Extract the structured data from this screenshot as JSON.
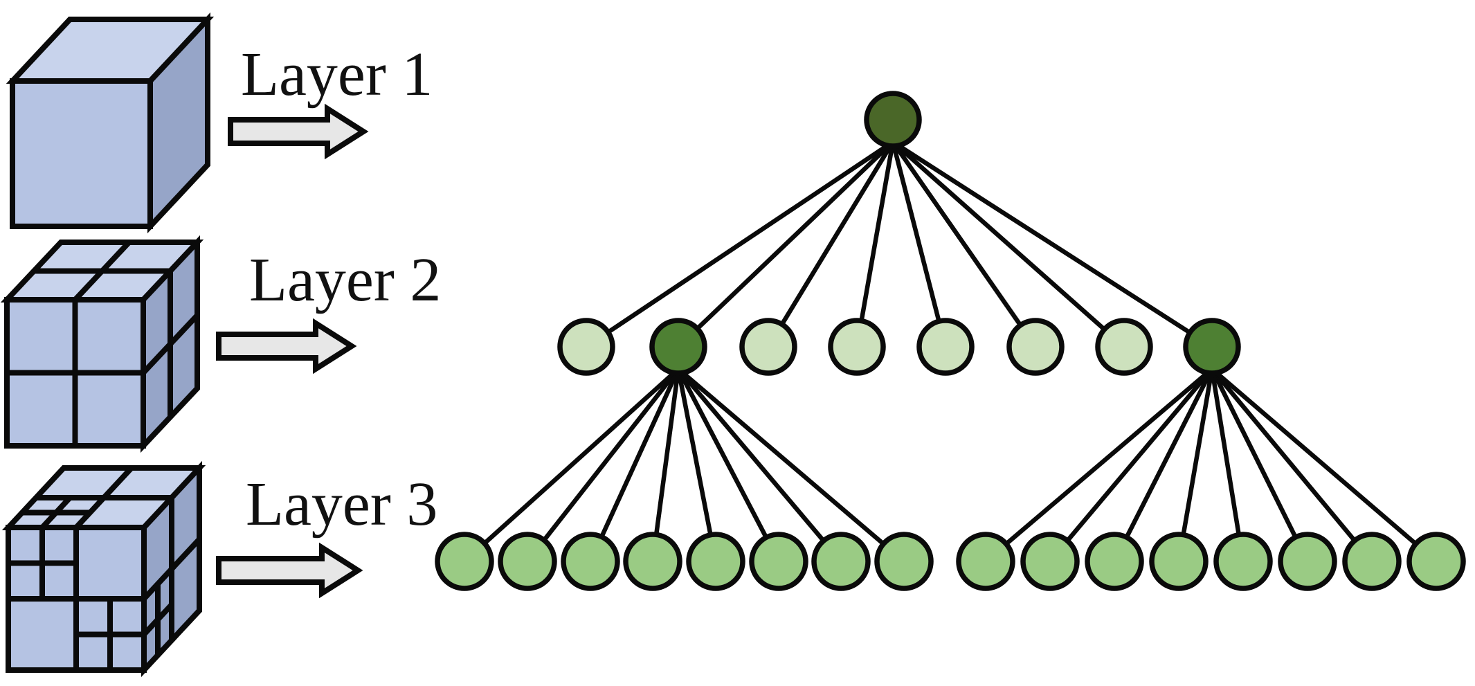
{
  "figure": {
    "description": "Octree subdivision of a cube mapped to a tree with three layers",
    "background": "#ffffff"
  },
  "labels": [
    {
      "text": "Layer 1"
    },
    {
      "text": "Layer 2"
    },
    {
      "text": "Layer 3"
    }
  ],
  "cubes": [
    {
      "layer": 1,
      "subdivision_level": 1,
      "description": "single undivided cube"
    },
    {
      "layer": 2,
      "subdivision_level": 2,
      "description": "cube divided into 8 octants"
    },
    {
      "layer": 3,
      "subdivision_level": 3,
      "description": "cube with two octants further subdivided"
    }
  ],
  "tree": {
    "root": {
      "count": 1,
      "type": "root-dark"
    },
    "layer2": {
      "count": 8,
      "dark_indices": [
        1,
        7
      ],
      "light_type": "leaf-light",
      "dark_type": "expanded-dark"
    },
    "layer3_groups": [
      {
        "parent_index": 1,
        "count": 8,
        "type": "leaf-medium"
      },
      {
        "parent_index": 7,
        "count": 8,
        "type": "leaf-medium"
      }
    ]
  },
  "colors": {
    "outline": "#0a0a0a",
    "text": "#111111",
    "cube_front": "#b5c3e3",
    "cube_top": "#c8d3ec",
    "cube_side": "#96a5c8",
    "arrow_fill": "#e7e7e7",
    "node_root": "#4a6728",
    "node_dark": "#4e8033",
    "node_light": "#cde1bd",
    "node_medium": "#9acb84"
  }
}
